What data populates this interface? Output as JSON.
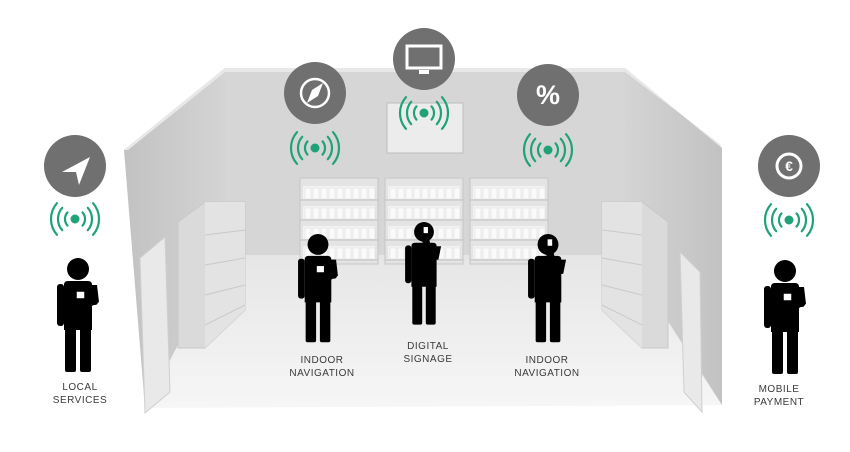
{
  "colors": {
    "beacon": "#1fa277",
    "icon_circle": "#707070",
    "person": "#000000",
    "wall_back": "#d3d3d3",
    "wall_side": "#c4c4c4",
    "floor": "#ececec",
    "shelf": "#d9d9d9"
  },
  "services": [
    {
      "id": "local-services",
      "icon": "navigation-arrow-icon",
      "lines": [
        "LOCAL",
        "SERVICES"
      ]
    },
    {
      "id": "indoor-navigation-left",
      "icon": "compass-icon",
      "lines": [
        "INDOOR",
        "NAVIGATION"
      ]
    },
    {
      "id": "digital-signage",
      "icon": "monitor-icon",
      "lines": [
        "DIGITAL",
        "SIGNAGE"
      ]
    },
    {
      "id": "indoor-navigation-right",
      "icon": "percent-icon",
      "symbol": "%",
      "lines": [
        "INDOOR",
        "NAVIGATION"
      ]
    },
    {
      "id": "mobile-payment",
      "icon": "euro-coin-icon",
      "symbol": "€",
      "lines": [
        "MOBILE",
        "PAYMENT"
      ]
    }
  ]
}
